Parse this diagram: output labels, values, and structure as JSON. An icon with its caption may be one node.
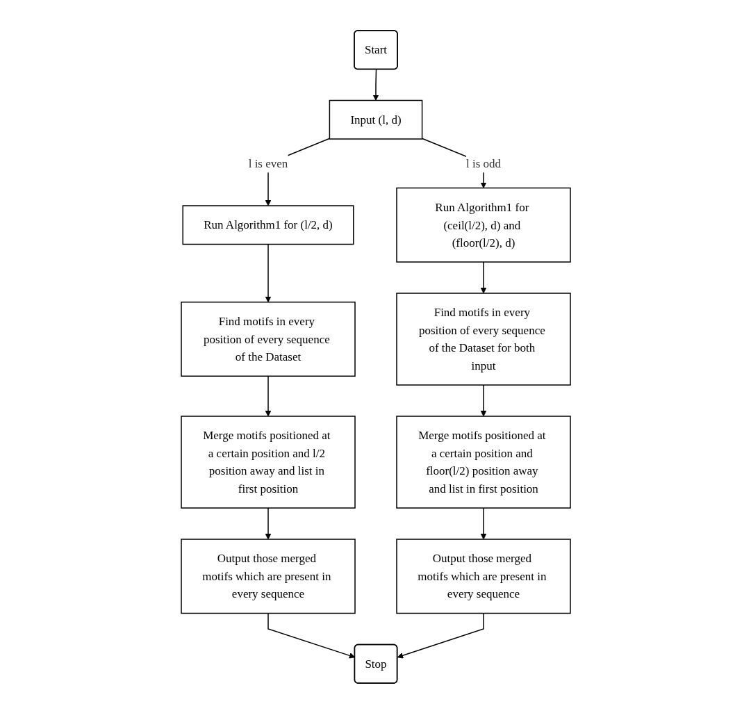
{
  "diagram": {
    "nodes": [
      {
        "text": [
          "Start"
        ]
      },
      {
        "text": [
          "Run Algorithm1 for (l/2, d)"
        ]
      },
      {
        "text": [
          "Input (l, d)"
        ]
      },
      {
        "text": [
          "Run Algorithm1 for (ceil(l/2), d) and (floor(l/2), d)"
        ]
      },
      {
        "text": [
          "Find motifs in every position of every sequence of the Dataset"
        ]
      },
      {
        "text": [
          "Find motifs in every position of every sequence of the Dataset for both input"
        ]
      },
      {
        "text": [
          "Merge motifs positioned at a certain position and l/2 position away and list in first position"
        ]
      },
      {
        "text": [
          "Merge motifs positioned at a certain position and floor(l/2) position away and list in first position"
        ]
      },
      {
        "text": [
          "Output those merged motifs which are present in every sequence"
        ]
      },
      {
        "text": [
          "Output those merged motifs which are present in every sequence"
        ]
      },
      {
        "text": [
          "Stop"
        ]
      }
    ],
    "edges": [
      {
        "from": 0,
        "to": 2,
        "arrow": "to"
      },
      {
        "from": 2,
        "to": 1,
        "arrow": "to",
        "label": "l is even"
      },
      {
        "from": 2,
        "to": 3,
        "arrow": "to",
        "label": "l is odd"
      },
      {
        "from": 1,
        "to": 4,
        "arrow": "to"
      },
      {
        "from": 4,
        "to": 6,
        "arrow": "to"
      },
      {
        "from": 6,
        "to": 8,
        "arrow": "to"
      },
      {
        "from": 3,
        "to": 5,
        "arrow": "to"
      },
      {
        "from": 5,
        "to": 7,
        "arrow": "to"
      },
      {
        "from": 7,
        "to": 9,
        "arrow": "to"
      },
      {
        "from": 8,
        "to": 10,
        "arrow": "to"
      },
      {
        "from": 9,
        "to": 10,
        "arrow": "to"
      }
    ]
  }
}
